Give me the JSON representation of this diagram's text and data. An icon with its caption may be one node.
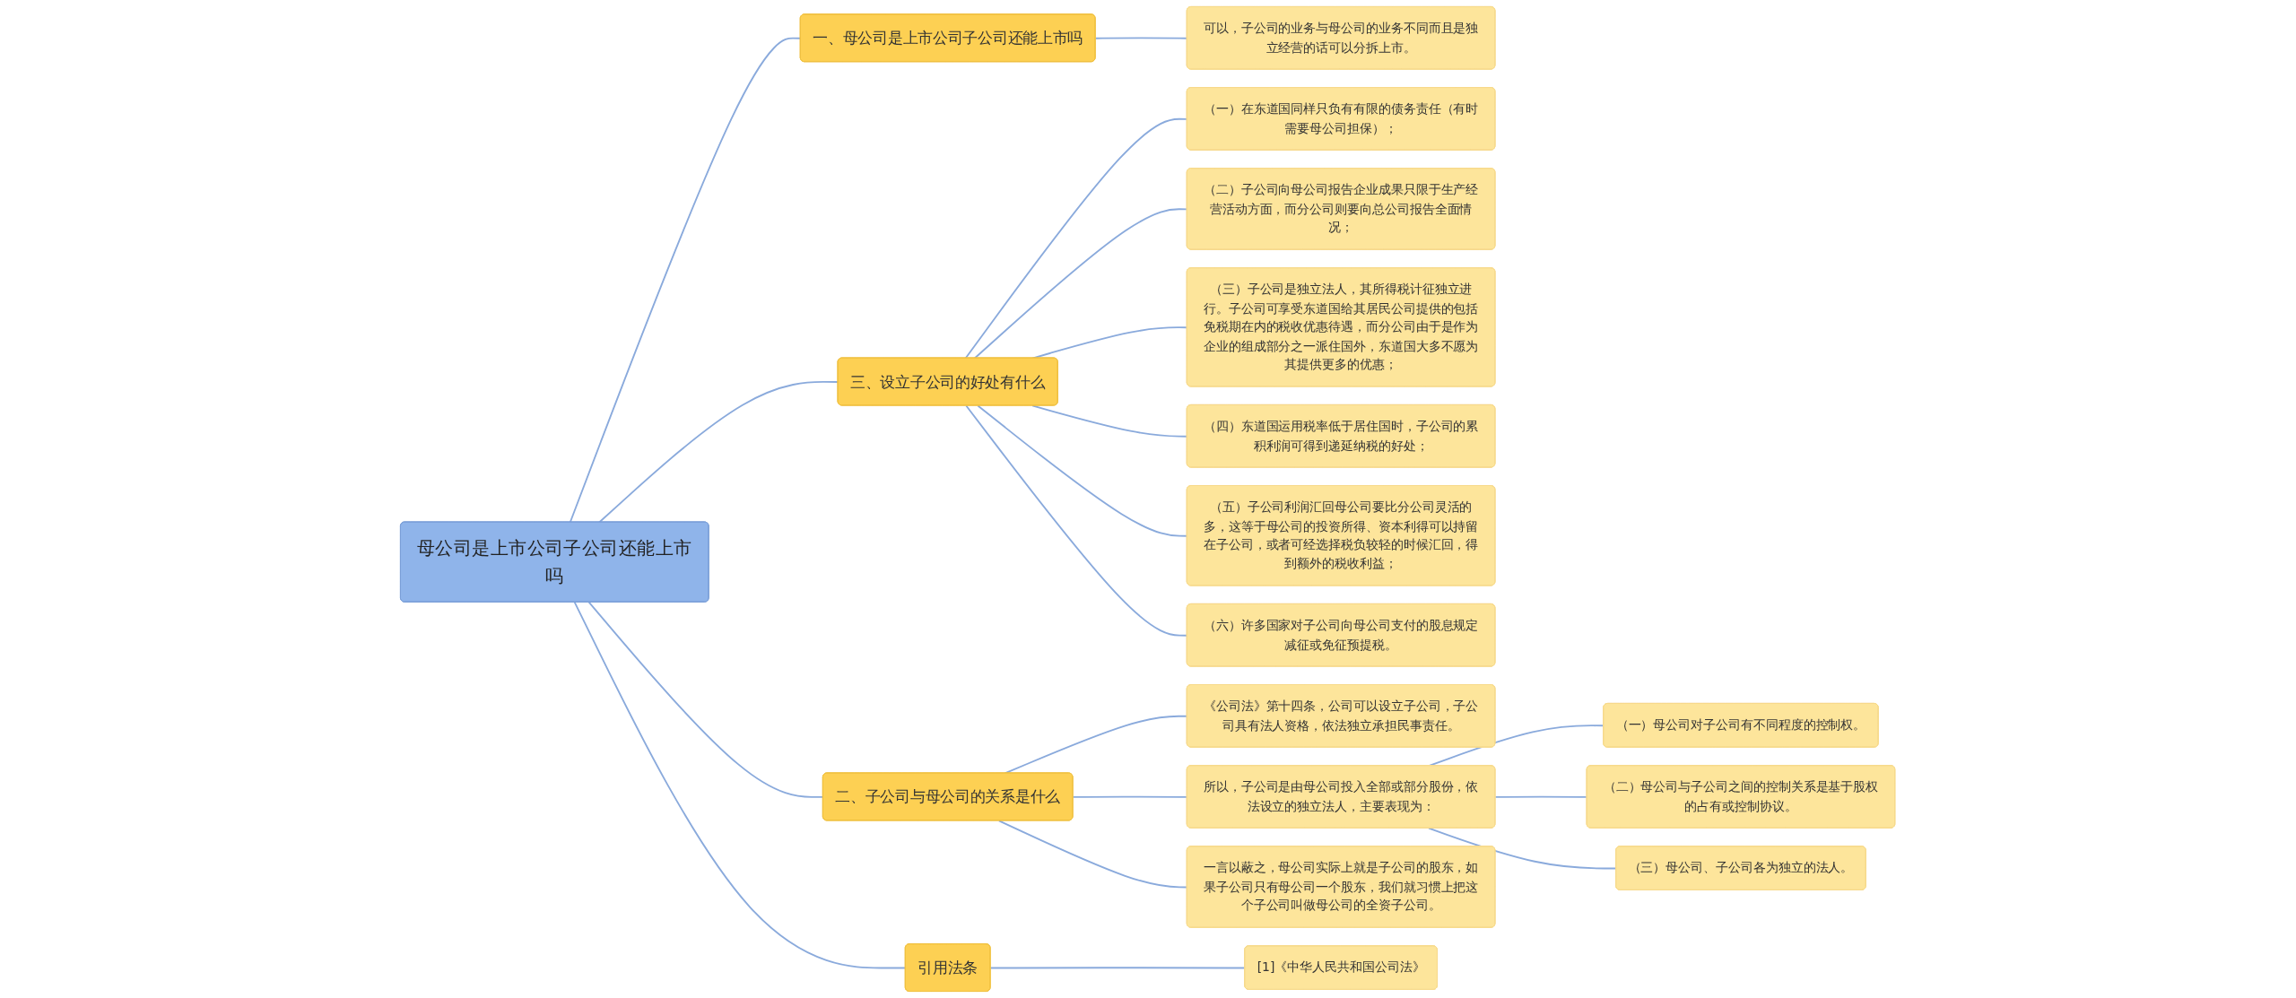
{
  "diagram": {
    "nodes": [
      {
        "text": [
          "母公司是上市公司子公司还能上市吗"
        ]
      },
      {
        "text": [
          "一、母公司是上市公司子公司还能上市吗"
        ]
      },
      {
        "text": [
          "可以，子公司的业务与母公司的业务不同而且是独立经营的话可以分拆上市。"
        ]
      },
      {
        "text": [
          "三、设立子公司的好处有什么"
        ]
      },
      {
        "text": [
          "（一）在东道国同样只负有有限的债务责任（有时需要母公司担保）；"
        ]
      },
      {
        "text": [
          "（二）子公司向母公司报告企业成果只限于生产经营活动方面，而分公司则要向总公司报告全面情况；"
        ]
      },
      {
        "text": [
          "（三）子公司是独立法人，其所得税计征独立进行。子公司可享受东道国给其居民公司提供的包括免税期在内的税收优惠待遇，而分公司由于是作为企业的组成部分之一派住国外，东道国大多不愿为其提供更多的优惠；"
        ]
      },
      {
        "text": [
          "（四）东道国运用税率低于居住国时，子公司的累积利润可得到递延纳税的好处；"
        ]
      },
      {
        "text": [
          "（五）子公司利润汇回母公司要比分公司灵活的多，这等于母公司的投资所得、资本利得可以持留在子公司，或者可经选择税负较轻的时候汇回，得到额外的税收利益；"
        ]
      },
      {
        "text": [
          "（六）许多国家对子公司向母公司支付的股息规定减征或免征预提税。"
        ]
      },
      {
        "text": [
          "二、子公司与母公司的关系是什么"
        ]
      },
      {
        "text": [
          "《公司法》第十四条，公司可以设立子公司，子公司具有法人资格，依法独立承担民事责任。"
        ]
      },
      {
        "text": [
          "所以，子公司是由母公司投入全部或部分股份，依法设立的独立法人，主要表现为："
        ]
      },
      {
        "text": [
          "（一）母公司对子公司有不同程度的控制权。"
        ]
      },
      {
        "text": [
          "（二）母公司与子公司之间的控制关系是基于股权的占有或控制协议。"
        ]
      },
      {
        "text": [
          "（三）母公司、子公司各为独立的法人。"
        ]
      },
      {
        "text": [
          "一言以蔽之，母公司实际上就是子公司的股东，如果子公司只有母公司一个股东，我们就习惯上把这个子公司叫做母公司的全资子公司。"
        ]
      },
      {
        "text": [
          "引用法条"
        ]
      },
      {
        "text": [
          "[1]《中华人民共和国公司法》"
        ]
      }
    ],
    "edges": [
      {
        "from": 0,
        "to": 1,
        "arrow": "none"
      },
      {
        "from": 1,
        "to": 2,
        "arrow": "none"
      },
      {
        "from": 0,
        "to": 3,
        "arrow": "none"
      },
      {
        "from": 3,
        "to": 4,
        "arrow": "none"
      },
      {
        "from": 3,
        "to": 5,
        "arrow": "none"
      },
      {
        "from": 3,
        "to": 6,
        "arrow": "none"
      },
      {
        "from": 3,
        "to": 7,
        "arrow": "none"
      },
      {
        "from": 3,
        "to": 8,
        "arrow": "none"
      },
      {
        "from": 3,
        "to": 9,
        "arrow": "none"
      },
      {
        "from": 0,
        "to": 10,
        "arrow": "none"
      },
      {
        "from": 10,
        "to": 11,
        "arrow": "none"
      },
      {
        "from": 10,
        "to": 12,
        "arrow": "none"
      },
      {
        "from": 12,
        "to": 13,
        "arrow": "none"
      },
      {
        "from": 12,
        "to": 14,
        "arrow": "none"
      },
      {
        "from": 12,
        "to": 15,
        "arrow": "none"
      },
      {
        "from": 10,
        "to": 16,
        "arrow": "none"
      },
      {
        "from": 0,
        "to": 17,
        "arrow": "none"
      },
      {
        "from": 17,
        "to": 18,
        "arrow": "none"
      }
    ]
  }
}
